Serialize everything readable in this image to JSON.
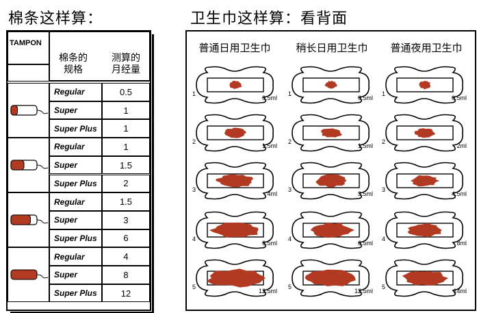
{
  "headings": {
    "left": "棉条这样算：",
    "right": "卫生巾这样算：看背面"
  },
  "tampon_table": {
    "header_tampon": "TAMPON",
    "header_spec": "棉条的\n规格",
    "header_amount": "测算的\n月经量",
    "groups": [
      {
        "fill_level": 0.25,
        "rows": [
          {
            "spec": "Regular",
            "amount": "0.5"
          },
          {
            "spec": "Super",
            "amount": "1"
          },
          {
            "spec": "Super Plus",
            "amount": "1"
          }
        ]
      },
      {
        "fill_level": 0.5,
        "rows": [
          {
            "spec": "Regular",
            "amount": "1"
          },
          {
            "spec": "Super",
            "amount": "1.5"
          },
          {
            "spec": "Super Plus",
            "amount": "2"
          }
        ]
      },
      {
        "fill_level": 0.75,
        "rows": [
          {
            "spec": "Regular",
            "amount": "1.5"
          },
          {
            "spec": "Super",
            "amount": "3"
          },
          {
            "spec": "Super Plus",
            "amount": "6"
          }
        ]
      },
      {
        "fill_level": 1.0,
        "rows": [
          {
            "spec": "Regular",
            "amount": "4"
          },
          {
            "spec": "Super",
            "amount": "8"
          },
          {
            "spec": "Super Plus",
            "amount": "12"
          }
        ]
      }
    ]
  },
  "pads": {
    "columns": [
      {
        "title": "普通日用卫生巾",
        "items": [
          {
            "num": "1",
            "volume": "0.5ml",
            "stain": 0.12
          },
          {
            "num": "2",
            "volume": "1.5ml",
            "stain": 0.3
          },
          {
            "num": "3",
            "volume": "4ml",
            "stain": 0.62
          },
          {
            "num": "4",
            "volume": "6.5ml",
            "stain": 0.82
          },
          {
            "num": "5",
            "volume": "12.5ml",
            "stain": 0.98
          }
        ]
      },
      {
        "title": "稍长日用卫生巾",
        "items": [
          {
            "num": "1",
            "volume": "0.5ml",
            "stain": 0.1
          },
          {
            "num": "2",
            "volume": "1.5ml",
            "stain": 0.28
          },
          {
            "num": "3",
            "volume": "3.5ml",
            "stain": 0.5
          },
          {
            "num": "4",
            "volume": "6.5ml",
            "stain": 0.72
          },
          {
            "num": "5",
            "volume": "12.5ml",
            "stain": 0.9
          }
        ]
      },
      {
        "title": "普通夜用卫生巾",
        "items": [
          {
            "num": "1",
            "volume": "0.5ml",
            "stain": 0.1
          },
          {
            "num": "2",
            "volume": "2ml",
            "stain": 0.26
          },
          {
            "num": "3",
            "volume": "4.5ml",
            "stain": 0.4
          },
          {
            "num": "4",
            "volume": "8ml",
            "stain": 0.58
          },
          {
            "num": "5",
            "volume": "14ml",
            "stain": 0.74
          }
        ]
      }
    ]
  },
  "colors": {
    "blood": "#b23a22",
    "line": "#000000"
  }
}
